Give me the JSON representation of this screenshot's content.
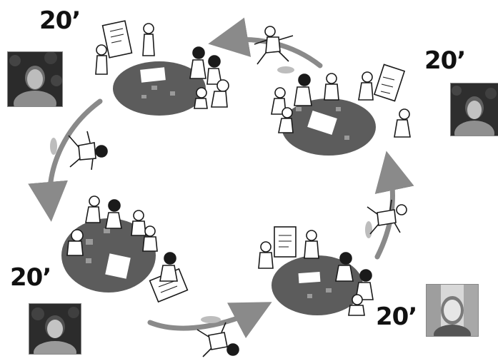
{
  "durations": [
    "20’",
    "20’",
    "20’",
    "20’"
  ],
  "colors": {
    "table": "#5c5c5c",
    "arrow": "#8a8a8a",
    "ink": "#1a1a1a",
    "paper": "#ffffff",
    "nametag": "#2e7d32"
  },
  "icons": [
    "table-group-icon",
    "walking-person-icon",
    "flipchart-icon",
    "curved-arrow-icon",
    "participant-photo"
  ]
}
